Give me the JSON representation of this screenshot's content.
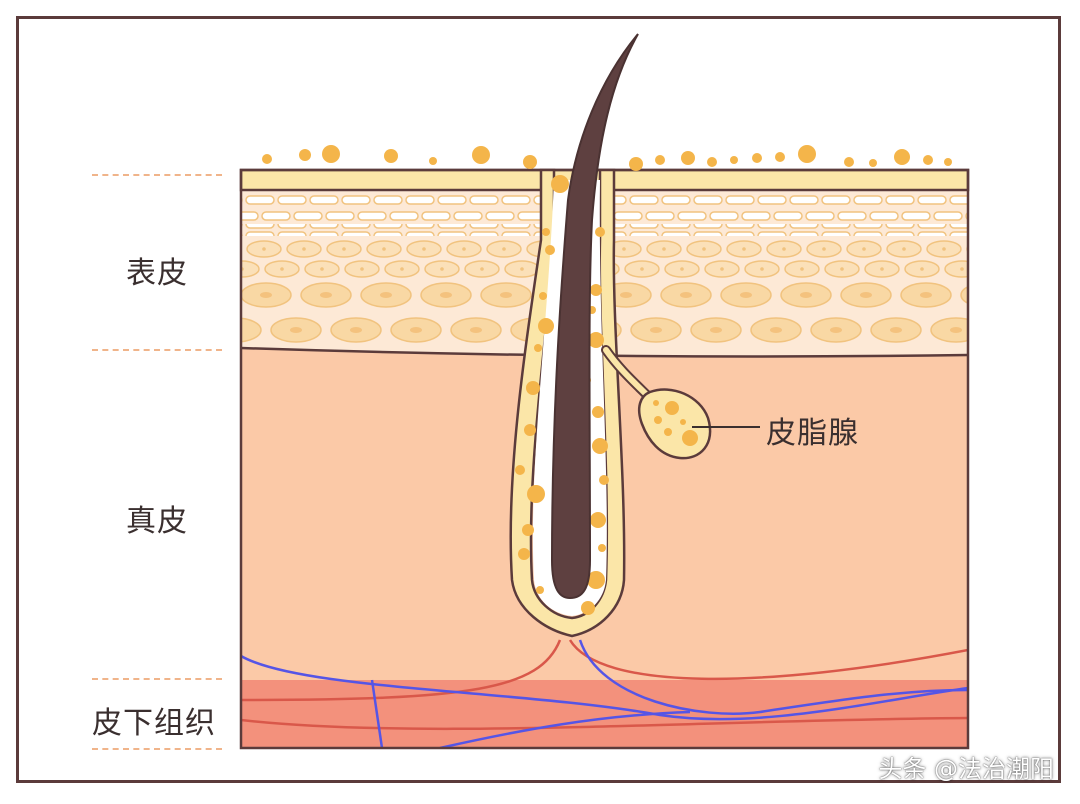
{
  "labels": {
    "epidermis": "表皮",
    "dermis": "真皮",
    "subcutaneous": "皮下组织",
    "sebaceous_gland": "皮脂腺"
  },
  "watermark": "头条 @法治潮阳",
  "colors": {
    "frame": "#5b3b3b",
    "outline": "#5b3b3b",
    "stratum_corneum": "#fbe6a8",
    "epidermis_bg": "#fde9d6",
    "cell_fill": "#f9d8a4",
    "cell_ring": "#f1c37f",
    "dermis": "#fbc9a7",
    "subcutaneous": "#f3917c",
    "follicle": "#fbe6a8",
    "hair": "#5e4040",
    "granule": "#f4b54a",
    "vein": "#5555e6",
    "artery": "#d9584a",
    "dash": "#f0b48a"
  }
}
